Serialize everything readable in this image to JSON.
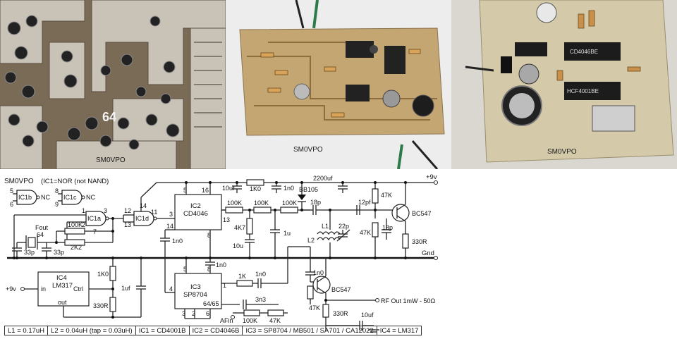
{
  "photos": [
    {
      "watermark": "SM0VPO",
      "board_text": "64"
    },
    {
      "watermark": "SM0VPO"
    },
    {
      "watermark": "SM0VPO",
      "chip1": "CD4046BE",
      "chip2": "HCF4001BE"
    }
  ],
  "schematic": {
    "callsign": "SM0VPO",
    "note": "(IC1=NOR (not NAND)",
    "supply": "+9v",
    "gnd": "Gnd",
    "ic1b": "IC1b",
    "ic1c": "IC1c",
    "ic1a": "IC1a",
    "ic1d": "IC1d",
    "nc1": "NC",
    "nc2": "NC",
    "ic2": "IC2",
    "ic2_part": "CD4046",
    "ic3": "IC3",
    "ic3_part": "SP8704",
    "ic3_div": "64/65",
    "ic4": "IC4",
    "ic4_part": "LM317",
    "ic4_in": "in",
    "ic4_ctrl": "Ctrl",
    "ic4_out": "out",
    "fout": "Fout",
    "fout_div": "64",
    "rf_out": "RF Out  1mW - 50Ω",
    "afin": "AFin",
    "vcc_in": "+9v",
    "varicap": "BB105",
    "q1": "BC547",
    "q2": "BC547",
    "L1": "L1",
    "L2": "L2",
    "values": {
      "c10uf_top": "10uf",
      "r1k0_top": "1K0",
      "c1n0_top": "1n0",
      "c2200": "2200uf",
      "r47k_a": "47K",
      "c12pf": "12pf",
      "r47k_b": "47K",
      "c18p_a": "18p",
      "c18p_b": "18p",
      "c22p": "22p",
      "r330_a": "330R",
      "r100k_a": "100K",
      "r100k_b": "100K",
      "r100k_c": "100K",
      "r4k7": "4K7",
      "c1u": "1u",
      "c10u": "10u",
      "c1n0_mid": "1n0",
      "r100k_osc": "100K",
      "r2k2": "2K2",
      "c33p_a": "33p",
      "c33p_b": "33p",
      "c1n0_ic3": "1n0",
      "r1k": "1K",
      "c1n0_c": "1n0",
      "c3n3": "3n3",
      "r100k_af": "100K",
      "r47k_af": "47K",
      "r1k0_reg": "1K0",
      "r330_reg": "330R",
      "c1uf": "1uf",
      "c1n0_q2": "1n0",
      "r47k_q2": "47K",
      "r330_q2": "330R",
      "c10uf_out": "10uf"
    },
    "pins": {
      "p5a": "5",
      "p6a": "6",
      "p8": "8",
      "p9": "9",
      "p1": "1",
      "p2": "2",
      "p3": "3",
      "p7": "7",
      "p12": "12",
      "p13": "13",
      "p14": "14",
      "p11": "11",
      "ic2_5": "5",
      "ic2_16": "16",
      "ic2_3": "3",
      "ic2_13": "13",
      "ic2_14": "14",
      "ic2_8": "8",
      "ic3_5": "5",
      "ic3_8": "8",
      "ic3_4": "4",
      "ic3_1": "1",
      "ic3_3": "3",
      "ic3_2": "2",
      "ic3_6": "6"
    }
  },
  "footer": [
    "L1  = 0.17uH",
    "L2  = 0.04uH (tap = 0.03uH)",
    "IC1 = CD4001B",
    "IC2 = CD4046B",
    "IC3 = SP8704 / MB501 / SA701 / CA12022",
    "IC4 = LM317"
  ]
}
